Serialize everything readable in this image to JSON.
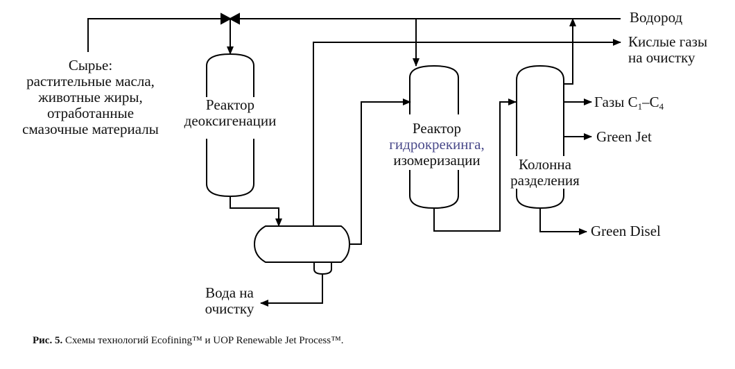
{
  "diagram": {
    "feed_label": [
      "Сырье:",
      "растительные масла,",
      "животные жиры,",
      "отработанные",
      "смазочные материалы"
    ],
    "hydrogen_label": "Водород",
    "acid_gases_label": [
      "Кислые газы",
      "на очистку"
    ],
    "deox_reactor_label": [
      "Реактор",
      "деоксигенации"
    ],
    "hydrocracking_reactor_label": {
      "line1": "Реактор",
      "line2": "гидрокрекинга,",
      "line3": "изомеризации"
    },
    "column_label": [
      "Колонна",
      "разделения"
    ],
    "gases_label": {
      "prefix": "Газы C",
      "sub1": "1",
      "mid": "–C",
      "sub2": "4"
    },
    "green_jet_label": "Green Jet",
    "green_diesel_label": "Green Disel",
    "water_label": [
      "Вода на",
      "очистку"
    ],
    "highlight_color": "#4a4a8a"
  },
  "caption": {
    "prefix": "Рис. 5.",
    "text": " Схемы технологий Ecofining™ и UOP Renewable Jet Process™."
  }
}
